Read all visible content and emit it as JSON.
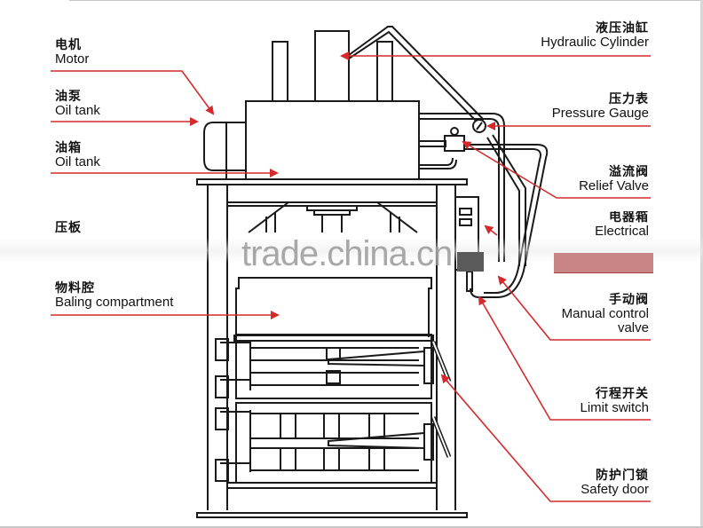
{
  "diagram": {
    "title": "Vertical hydraulic baling press components",
    "watermark": "trade.china.cn",
    "colors": {
      "leader_line": "#d42a2a",
      "drawing_line": "#1a1a1a",
      "label_text": "#111111",
      "watermark": "#9a9a9a",
      "background": "#ffffff"
    },
    "labels_left": [
      {
        "id": "motor",
        "zh": "电机",
        "en": "Motor"
      },
      {
        "id": "oil-pump",
        "zh": "油泵",
        "en": "Oil tank"
      },
      {
        "id": "oil-tank",
        "zh": "油箱",
        "en": "Oil tank"
      },
      {
        "id": "press-plate",
        "zh": "压板",
        "en": ""
      },
      {
        "id": "baling-compartment",
        "zh": "物料腔",
        "en": "Baling compartment"
      }
    ],
    "labels_right": [
      {
        "id": "hydraulic-cylinder",
        "zh": "液压油缸",
        "en": "Hydraulic Cylinder"
      },
      {
        "id": "pressure-gauge",
        "zh": "压力表",
        "en": "Pressure Gauge"
      },
      {
        "id": "relief-valve",
        "zh": "溢流阀",
        "en": "Relief Valve"
      },
      {
        "id": "electrical-box",
        "zh": "电器箱",
        "en": "Electrical"
      },
      {
        "id": "manual-control-valve",
        "zh": "手动阀",
        "en": "Manual control",
        "en2": "valve"
      },
      {
        "id": "limit-switch",
        "zh": "行程开关",
        "en": "Limit switch"
      },
      {
        "id": "safety-door",
        "zh": "防护门锁",
        "en": "Safety door"
      }
    ]
  }
}
